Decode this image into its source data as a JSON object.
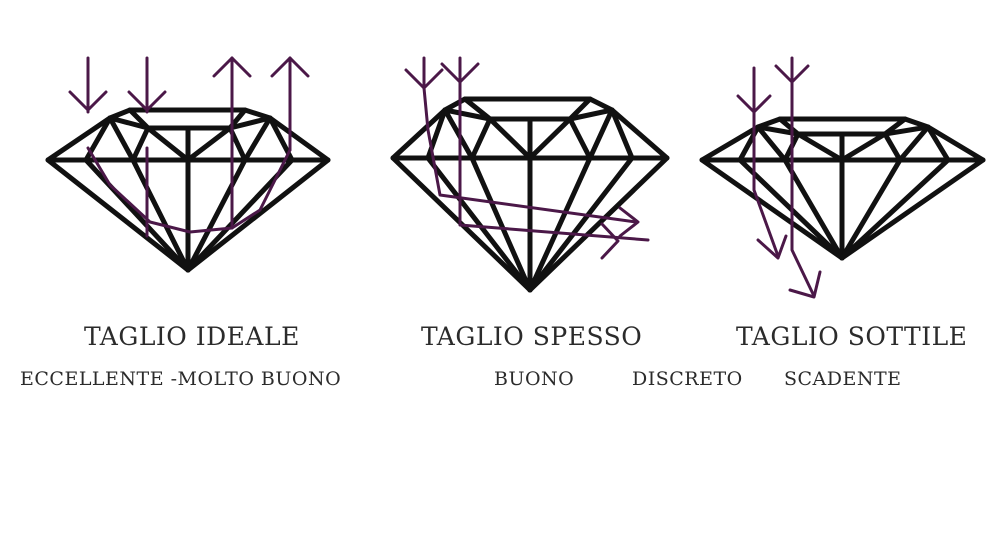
{
  "colors": {
    "outline": "#111111",
    "light_path": "#4b1848",
    "text": "#2b2b2b"
  },
  "cuts": [
    {
      "title": "TAGLIO IDEALE"
    },
    {
      "title": "TAGLIO SPESSO"
    },
    {
      "title": "TAGLIO SOTTILE"
    }
  ],
  "grades": {
    "excellent": "ECCELLENTE -MOLTO BUONO",
    "good": "BUONO",
    "fair": "DISCRETO",
    "poor": "SCADENTE"
  }
}
